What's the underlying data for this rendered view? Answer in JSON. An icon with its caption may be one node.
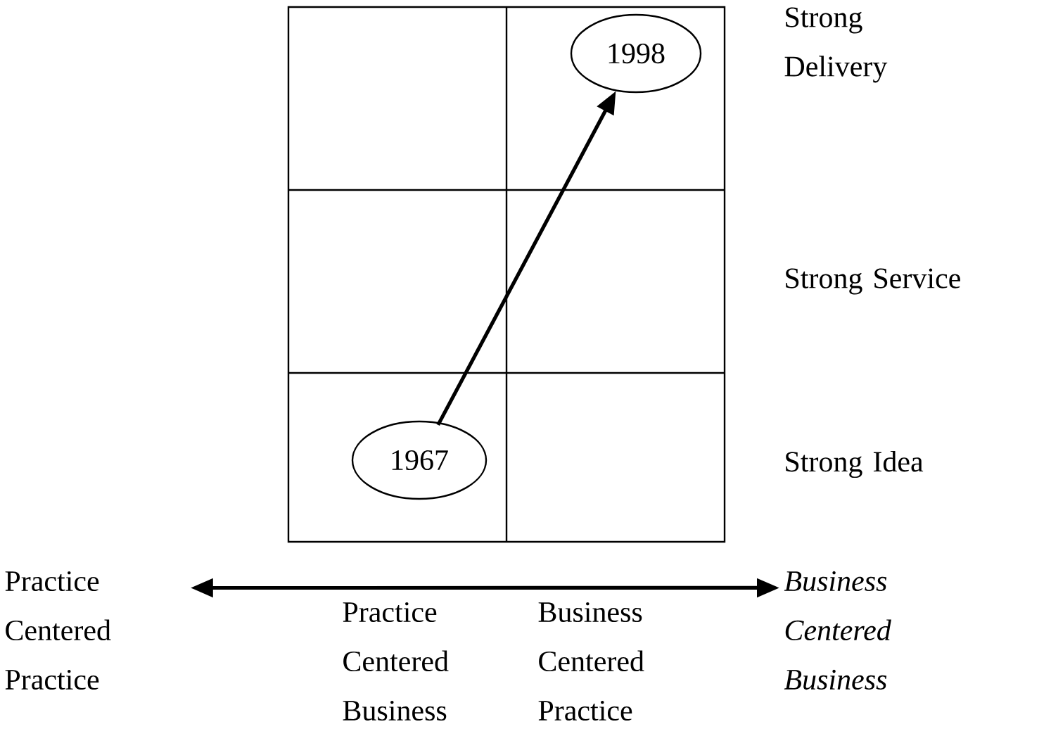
{
  "diagram": {
    "nodes": [
      {
        "text": [
          "1967"
        ]
      },
      {
        "text": [
          "1998"
        ]
      },
      {
        "text": [
          "Practice Centered Practice"
        ]
      },
      {
        "text": [
          "Business Centered Business"
        ]
      }
    ],
    "edges": [
      {
        "from": 0,
        "to": 1,
        "arrow": "to"
      },
      {
        "from": 2,
        "to": 3,
        "arrow": "both"
      }
    ],
    "labels": [
      "Strong Delivery",
      "Strong Service",
      "Strong Idea",
      "Practice Centered Business",
      "Business Centered Practice"
    ]
  }
}
